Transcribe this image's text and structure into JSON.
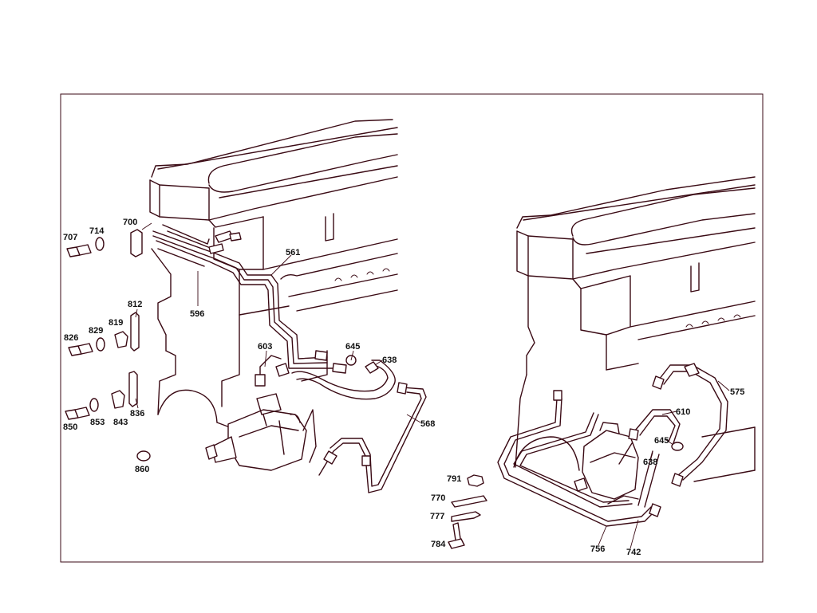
{
  "diagram": {
    "part_labels": {
      "p707": "707",
      "p714": "714",
      "p700": "700",
      "p561": "561",
      "p596": "596",
      "p812": "812",
      "p819": "819",
      "p829": "829",
      "p826": "826",
      "p603": "603",
      "p645a": "645",
      "p638a": "638",
      "p850": "850",
      "p853": "853",
      "p843": "843",
      "p836": "836",
      "p568": "568",
      "p860": "860",
      "p791": "791",
      "p770": "770",
      "p777": "777",
      "p784": "784",
      "p575": "575",
      "p610": "610",
      "p645b": "645",
      "p638b": "638",
      "p756": "756",
      "p742": "742"
    }
  }
}
